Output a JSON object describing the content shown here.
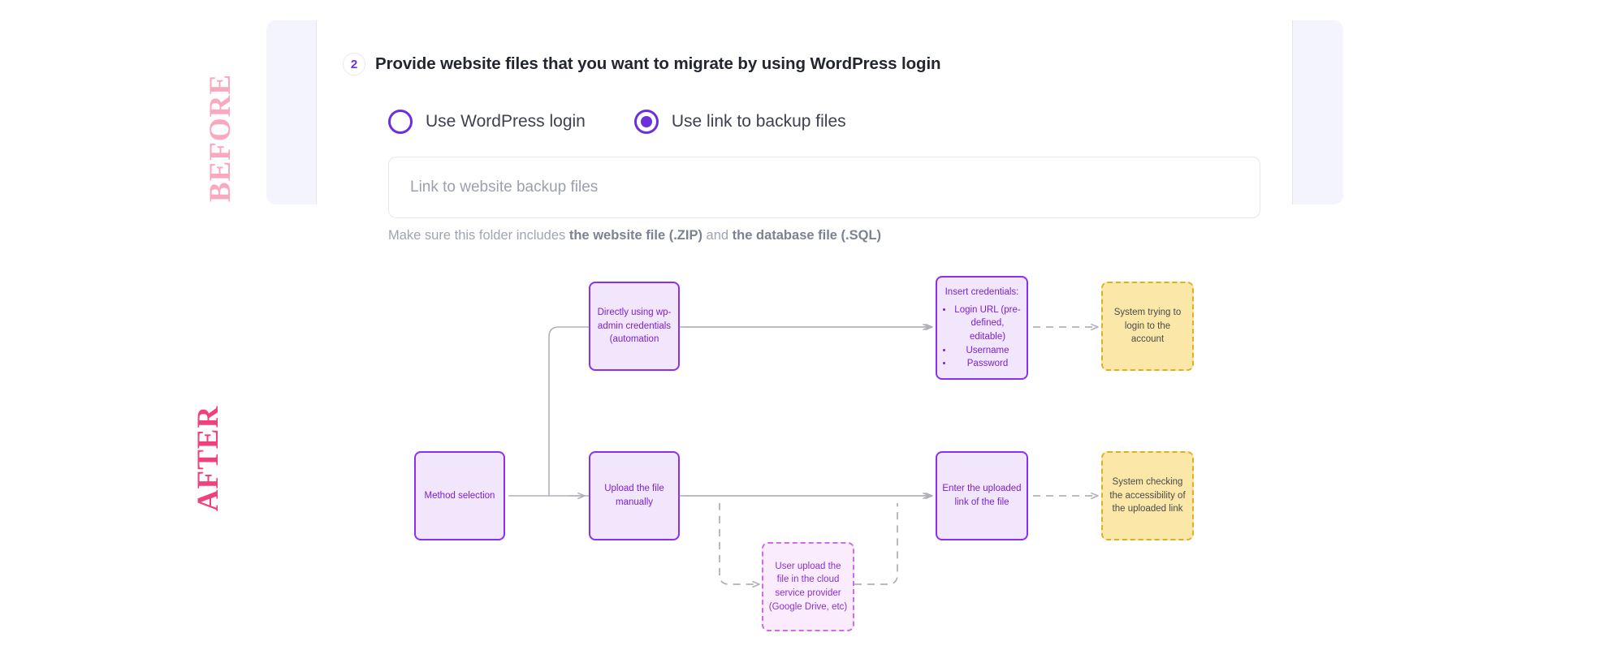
{
  "labels": {
    "before": "BEFORE",
    "after": "AFTER"
  },
  "before_panel": {
    "step_number": "2",
    "step_title": "Provide website files that you want to migrate by using WordPress login",
    "radio_options": [
      {
        "label": "Use WordPress login",
        "selected": false
      },
      {
        "label": "Use link to backup files",
        "selected": true
      }
    ],
    "input": {
      "placeholder": "Link to website backup files",
      "value": ""
    },
    "helper": {
      "prefix": "Make sure this folder includes ",
      "strong1": "the website file (.ZIP)",
      "middle": " and ",
      "strong2": "the database file (.SQL)"
    }
  },
  "flowchart": {
    "nodes": {
      "method_selection": "Method selection",
      "direct_wp_admin": "Directly using wp-admin credentials (automation",
      "insert_credentials_head": "Insert credentials:",
      "insert_credentials_items": [
        "Login URL (pre-defined, editable)",
        "Username",
        "Password"
      ],
      "system_login": "System trying to login to the account",
      "upload_manual": "Upload the file manually",
      "enter_uploaded_link": "Enter the uploaded link of the file",
      "system_checking": "System checking the accessibility of the uploaded link",
      "cloud_upload": "User upload the file in the cloud service provider (Google Drive, etc)"
    }
  },
  "colors": {
    "accent_purple": "#6b2fe0",
    "node_purple_border": "#8b2ff0",
    "node_purple_fill": "#f2e6fd",
    "node_yellow_fill": "#fbe8a8",
    "node_yellow_border": "#d9b224",
    "before_label": "#f9a8bd",
    "after_label": "#f0417e",
    "panel_lavender": "#f4f4fc",
    "connector_gray": "#b0b0b8"
  }
}
